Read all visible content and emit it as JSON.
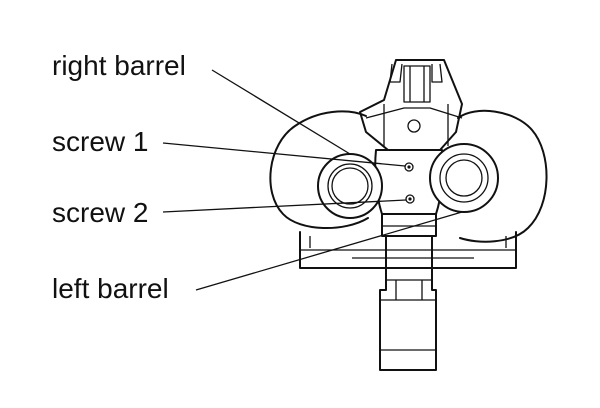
{
  "figure": {
    "labels": {
      "right_barrel": "right barrel",
      "screw_1": "screw 1",
      "screw_2": "screw 2",
      "left_barrel": "left barrel"
    }
  }
}
